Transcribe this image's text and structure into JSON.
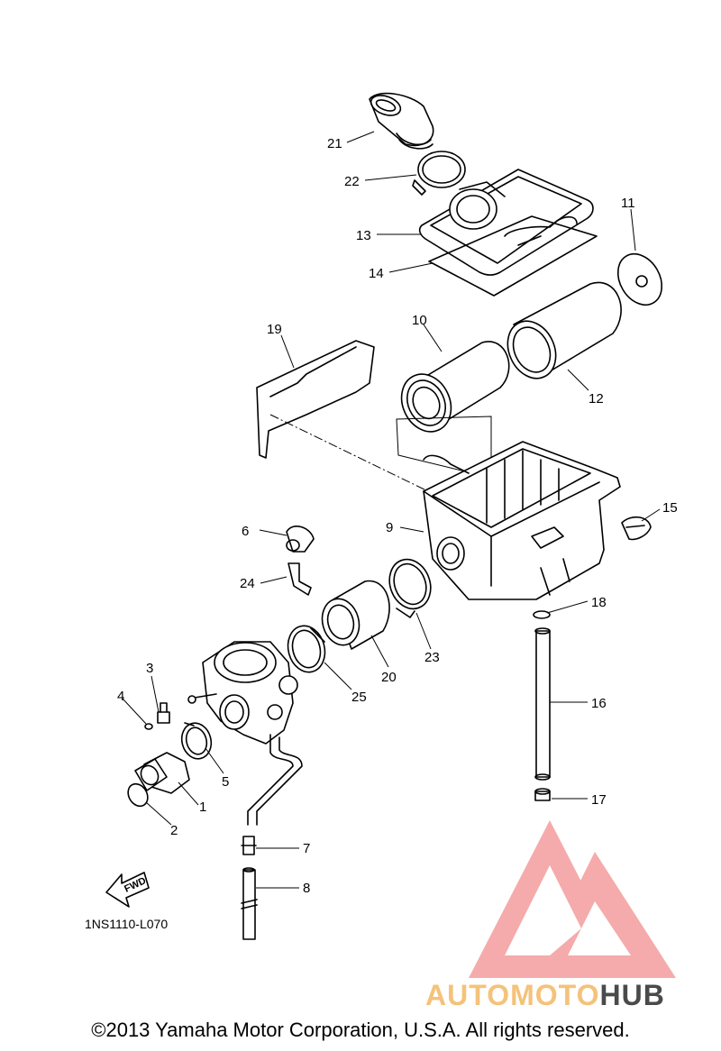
{
  "diagram_code": "1NS1110-L070",
  "fwd_label": "FWD",
  "copyright": "©2013 Yamaha Motor Corporation, U.S.A. All rights reserved.",
  "watermark": {
    "brand_part1": "AUTOMOTO",
    "brand_part2": "HUB",
    "color_accent": "#f08c8c",
    "color_text1": "#f5c27a",
    "color_text2": "#4a4a4a"
  },
  "callouts": [
    "1",
    "2",
    "3",
    "4",
    "5",
    "6",
    "7",
    "8",
    "9",
    "10",
    "11",
    "12",
    "13",
    "14",
    "15",
    "16",
    "17",
    "18",
    "19",
    "20",
    "21",
    "22",
    "23",
    "24",
    "25"
  ]
}
